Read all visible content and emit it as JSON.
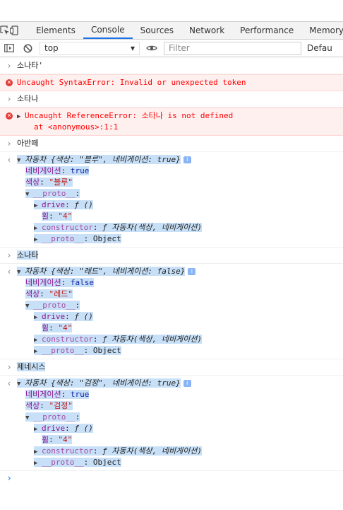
{
  "tabs": [
    "Elements",
    "Console",
    "Sources",
    "Network",
    "Performance",
    "Memory"
  ],
  "active_tab": "Console",
  "filterbar": {
    "context": "top",
    "filter_placeholder": "Filter",
    "levels": "Defau"
  },
  "colors": {
    "error_bg": "#fff0f0",
    "highlight": "#c8e0f7",
    "accent": "#1a73e8"
  },
  "console": {
    "cmd1": "소나타'",
    "err1": "Uncaught SyntaxError: Invalid or unexpected token",
    "cmd2": "소타나",
    "err2": "Uncaught ReferenceError: 소타나 is not defined",
    "err2_stack": "at <anonymous>:1:1",
    "cmd3": "아반떼",
    "cmd4": "소나타",
    "cmd5": "제네시스",
    "objects": [
      {
        "name": "자동차",
        "preview": "{색상: \"블루\", 네비게이션: true}",
        "nav_key": "네비게이션",
        "nav_val": "true",
        "color_key": "색상",
        "color_val": "\"블루\"",
        "proto": "__proto__",
        "drive_key": "drive",
        "drive_val": "ƒ ()",
        "wheel_key": "휠",
        "wheel_val": "\"4\"",
        "ctor_key": "constructor",
        "ctor_val": "ƒ 자동차(색상, 네비게이션)",
        "proto2_key": "__proto__",
        "proto2_val": "Object"
      },
      {
        "name": "자동차",
        "preview": "{색상: \"레드\", 네비게이션: false}",
        "nav_key": "네비게이션",
        "nav_val": "false",
        "color_key": "색상",
        "color_val": "\"레드\"",
        "proto": "__proto__",
        "drive_key": "drive",
        "drive_val": "ƒ ()",
        "wheel_key": "휠",
        "wheel_val": "\"4\"",
        "ctor_key": "constructor",
        "ctor_val": "ƒ 자동차(색상, 네비게이션)",
        "proto2_key": "__proto__",
        "proto2_val": "Object"
      },
      {
        "name": "자동차",
        "preview": "{색상: \"검정\", 네비게이션: true}",
        "nav_key": "네비게이션",
        "nav_val": "true",
        "color_key": "색상",
        "color_val": "\"검정\"",
        "proto": "__proto__",
        "drive_key": "drive",
        "drive_val": "ƒ ()",
        "wheel_key": "휠",
        "wheel_val": "\"4\"",
        "ctor_key": "constructor",
        "ctor_val": "ƒ 자동차(색상, 네비게이션)",
        "proto2_key": "__proto__",
        "proto2_val": "Object"
      }
    ]
  }
}
